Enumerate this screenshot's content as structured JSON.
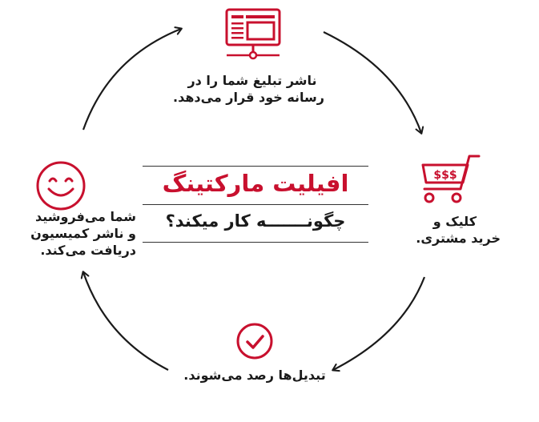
{
  "colors": {
    "accent": "#c8102e",
    "ink": "#1a1a1a"
  },
  "center": {
    "title": "افیلیت مارکتینگ",
    "subtitle": "چگونـــــــه کار میکند؟"
  },
  "steps": [
    {
      "icon": "computer-monitor-icon",
      "lines": [
        "ناشر تبلیغ شما را در",
        "رسانه خود قرار می‌دهد."
      ]
    },
    {
      "icon": "shopping-cart-icon",
      "icon_text": "$$$",
      "lines": [
        "کلیک و",
        "خرید مشتری."
      ]
    },
    {
      "icon": "check-circle-icon",
      "lines": [
        "تبدیل‌ها رصد می‌شوند."
      ]
    },
    {
      "icon": "smiley-face-icon",
      "lines": [
        "شما می‌فروشید",
        "و ناشر کمیسیون",
        "دریافت می‌کند."
      ]
    }
  ]
}
